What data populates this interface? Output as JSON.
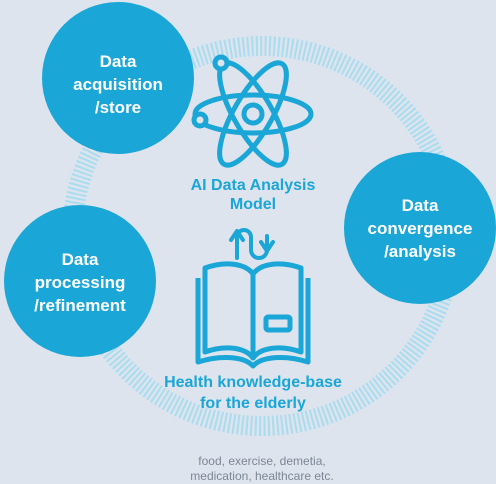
{
  "nodes": {
    "acquisition": "Data\nacquisition\n/store",
    "convergence": "Data\nconvergence\n/analysis",
    "processing": "Data\nprocessing\n/refinement"
  },
  "center": {
    "model_label": "AI Data Analysis\nModel",
    "knowledge_label": "Health knowledge-base\nfor the elderly"
  },
  "footnote": "food, exercise, demetia,\nmedication, healthcare etc.",
  "colors": {
    "accent": "#1aa6d6",
    "ring": "#a9dcef",
    "background": "#dde4ee",
    "footnote": "#7b8794"
  },
  "icons": {
    "model": "atom-icon",
    "flow": "up-down-arrows-icon",
    "knowledge": "open-book-icon"
  }
}
